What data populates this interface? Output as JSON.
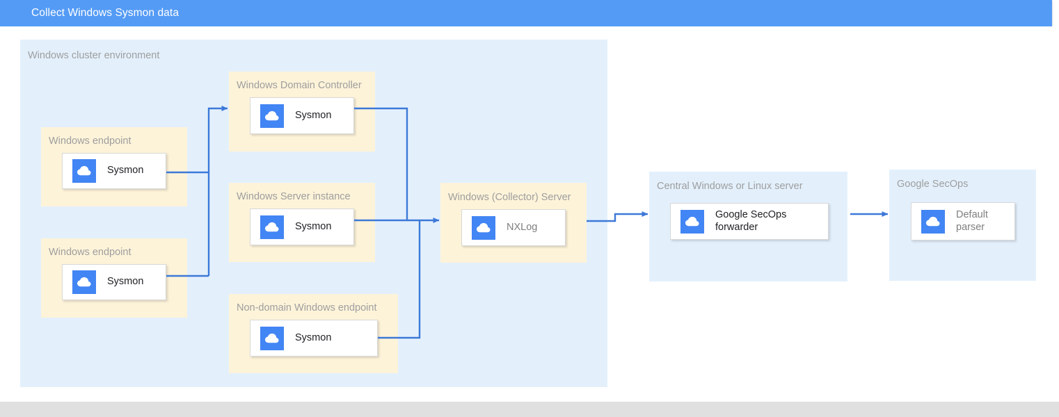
{
  "titlebar": {
    "title": "Collect Windows Sysmon data",
    "background": "#549bf5",
    "text_color": "#ffffff"
  },
  "colors": {
    "group_blue": "#e3f0fc",
    "group_cream": "#fdf3d9",
    "icon_blue": "#4285f4",
    "connector_blue": "#3c78d8",
    "label_gray": "#9e9e9e",
    "text_dark": "#202124",
    "footer_gray": "#e0e0e0",
    "card_white": "#ffffff"
  },
  "diagram": {
    "groups": [
      {
        "id": "windows-cluster-environment",
        "label": "Windows cluster environment",
        "kind": "blue"
      },
      {
        "id": "windows-endpoint-1",
        "label": "Windows endpoint",
        "kind": "cream"
      },
      {
        "id": "windows-endpoint-2",
        "label": "Windows endpoint",
        "kind": "cream"
      },
      {
        "id": "windows-domain-controller",
        "label": "Windows Domain Controller",
        "kind": "cream"
      },
      {
        "id": "windows-server-instance",
        "label": "Windows Server instance",
        "kind": "cream"
      },
      {
        "id": "non-domain-windows-endpoint",
        "label": "Non-domain Windows endpoint",
        "kind": "cream"
      },
      {
        "id": "windows-collector-server",
        "label": "Windows (Collector) Server",
        "kind": "cream"
      },
      {
        "id": "central-windows-or-linux-server",
        "label": "Central Windows or Linux server",
        "kind": "blue"
      },
      {
        "id": "google-secops",
        "label": "Google SecOps",
        "kind": "blue"
      }
    ],
    "nodes": [
      {
        "id": "sysmon-endpoint-1",
        "label": "Sysmon",
        "icon": "cloud-icon",
        "text_style": "dark"
      },
      {
        "id": "sysmon-endpoint-2",
        "label": "Sysmon",
        "icon": "cloud-icon",
        "text_style": "dark"
      },
      {
        "id": "sysmon-domain-controller",
        "label": "Sysmon",
        "icon": "cloud-icon",
        "text_style": "dark"
      },
      {
        "id": "sysmon-server-instance",
        "label": "Sysmon",
        "icon": "cloud-icon",
        "text_style": "dark"
      },
      {
        "id": "sysmon-non-domain",
        "label": "Sysmon",
        "icon": "cloud-icon",
        "text_style": "dark"
      },
      {
        "id": "nxlog-collector",
        "label": "NXLog",
        "icon": "cloud-icon",
        "text_style": "gray"
      },
      {
        "id": "google-secops-forwarder",
        "label": "Google SecOps forwarder",
        "icon": "cloud-icon",
        "text_style": "dark"
      },
      {
        "id": "default-parser",
        "label": "Default\nparser",
        "icon": "cloud-icon",
        "text_style": "gray"
      }
    ],
    "flow": [
      {
        "from": "windows-endpoint-1",
        "to": "windows-domain-controller"
      },
      {
        "from": "windows-endpoint-2",
        "to": "windows-domain-controller"
      },
      {
        "from": "windows-domain-controller",
        "to": "windows-collector-server"
      },
      {
        "from": "windows-server-instance",
        "to": "windows-collector-server"
      },
      {
        "from": "non-domain-windows-endpoint",
        "to": "windows-collector-server"
      },
      {
        "from": "windows-collector-server",
        "to": "central-windows-or-linux-server"
      },
      {
        "from": "central-windows-or-linux-server",
        "to": "google-secops"
      }
    ]
  }
}
